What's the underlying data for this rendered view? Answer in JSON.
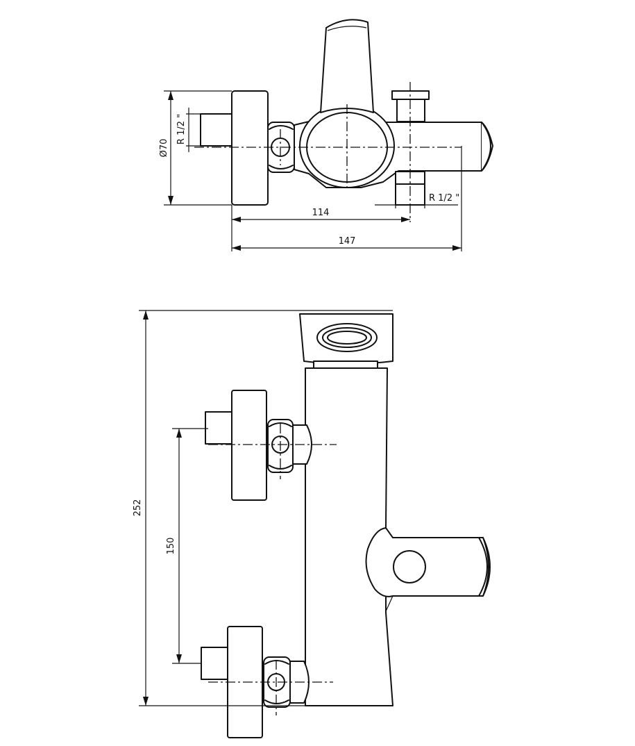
{
  "top_view": {
    "dim_diameter": "Ø70",
    "dim_thread_inlet": "R 1/2 \"",
    "dim_thread_outlet": "R 1/2 \"",
    "dim_114": "114",
    "dim_147": "147"
  },
  "front_view": {
    "dim_height": "252",
    "dim_spacing": "150"
  }
}
